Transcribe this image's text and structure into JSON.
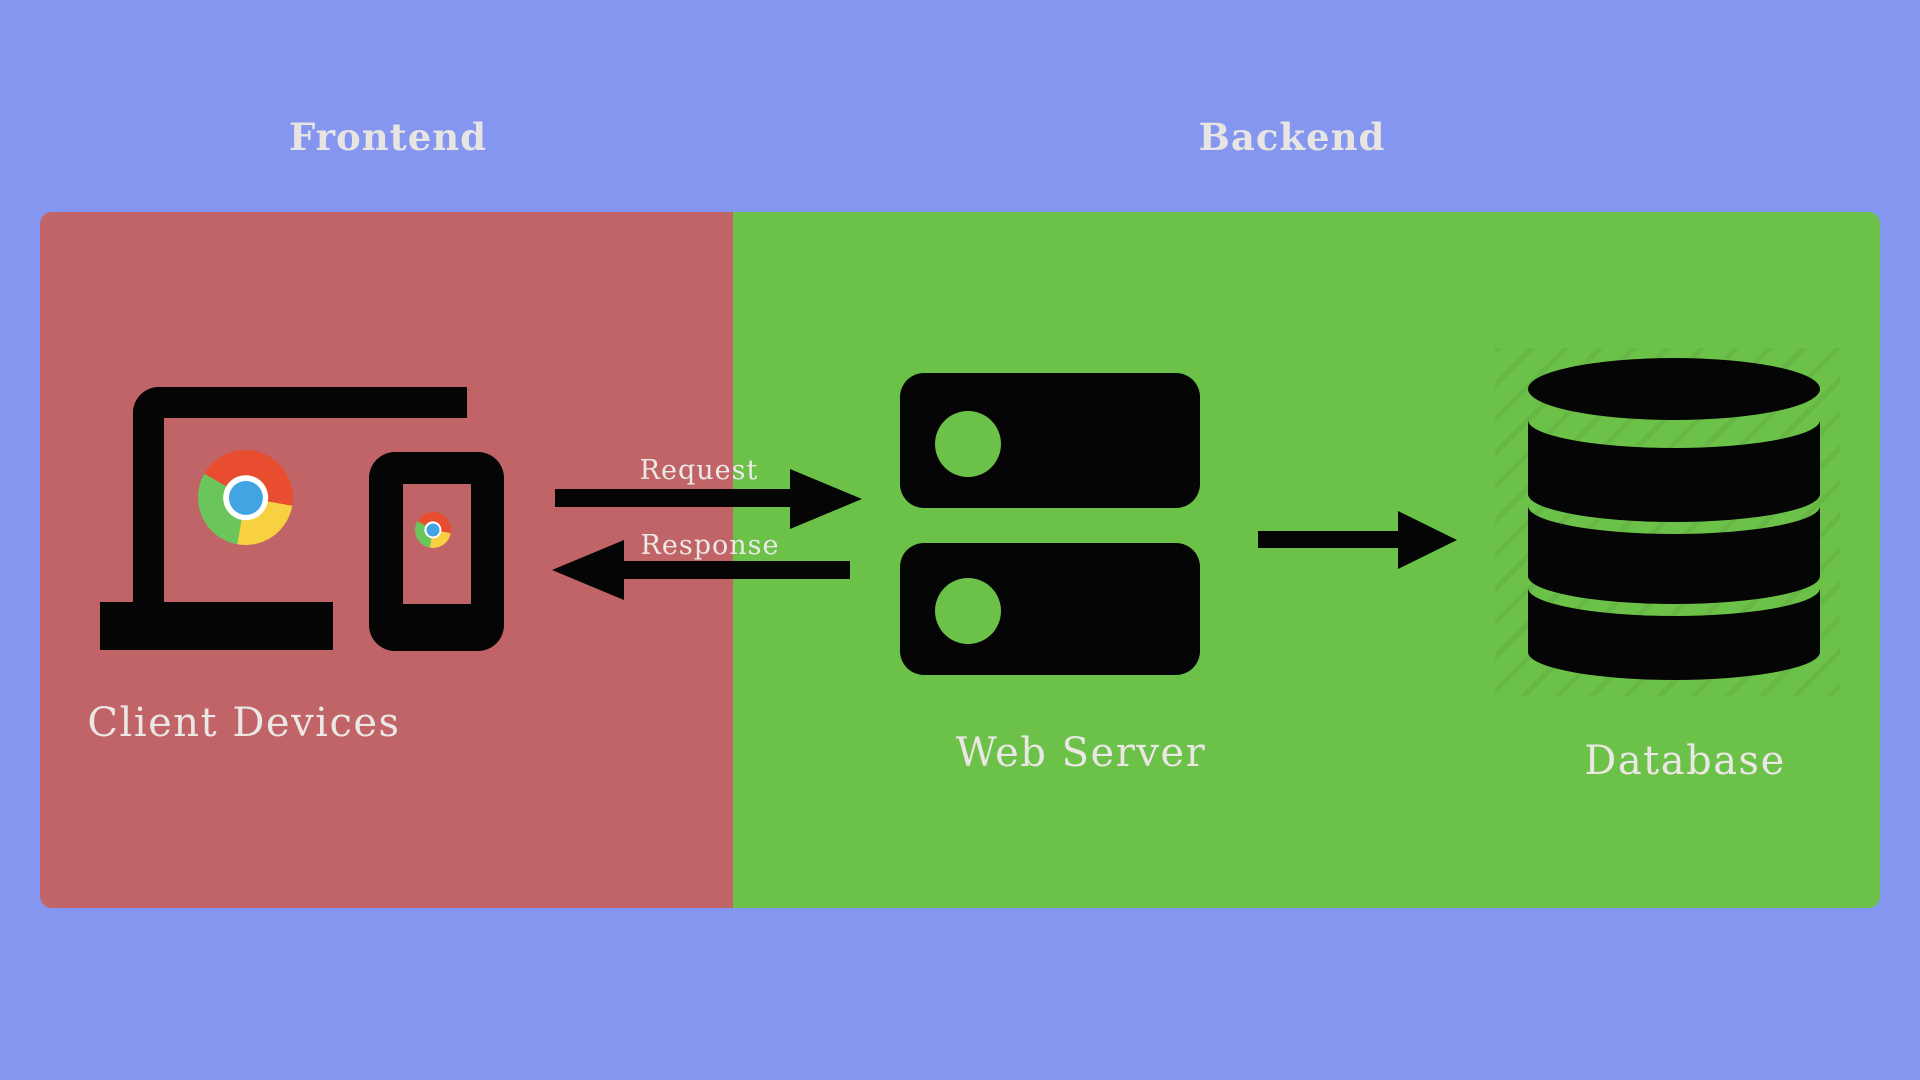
{
  "sections": {
    "frontend": {
      "label": "Frontend"
    },
    "backend": {
      "label": "Backend"
    }
  },
  "nodes": {
    "client_devices": {
      "label": "Client Devices"
    },
    "web_server": {
      "label": "Web Server"
    },
    "database": {
      "label": "Database"
    }
  },
  "flows": {
    "request": {
      "label": "Request",
      "direction": "client-to-server"
    },
    "response": {
      "label": "Response",
      "direction": "server-to-client"
    },
    "server_to_database": {
      "direction": "server-to-database"
    }
  },
  "colors": {
    "page_bg": "#8496F0",
    "frontend_panel": "#C06467",
    "backend_panel": "#6CC149",
    "icon": "#050505",
    "label_text": "#EAE7E5",
    "chrome_red": "#E84D30",
    "chrome_yellow": "#F7D142",
    "chrome_green": "#6AC55A",
    "chrome_blue": "#42A5E3",
    "chrome_ring": "#FFFFFF"
  }
}
